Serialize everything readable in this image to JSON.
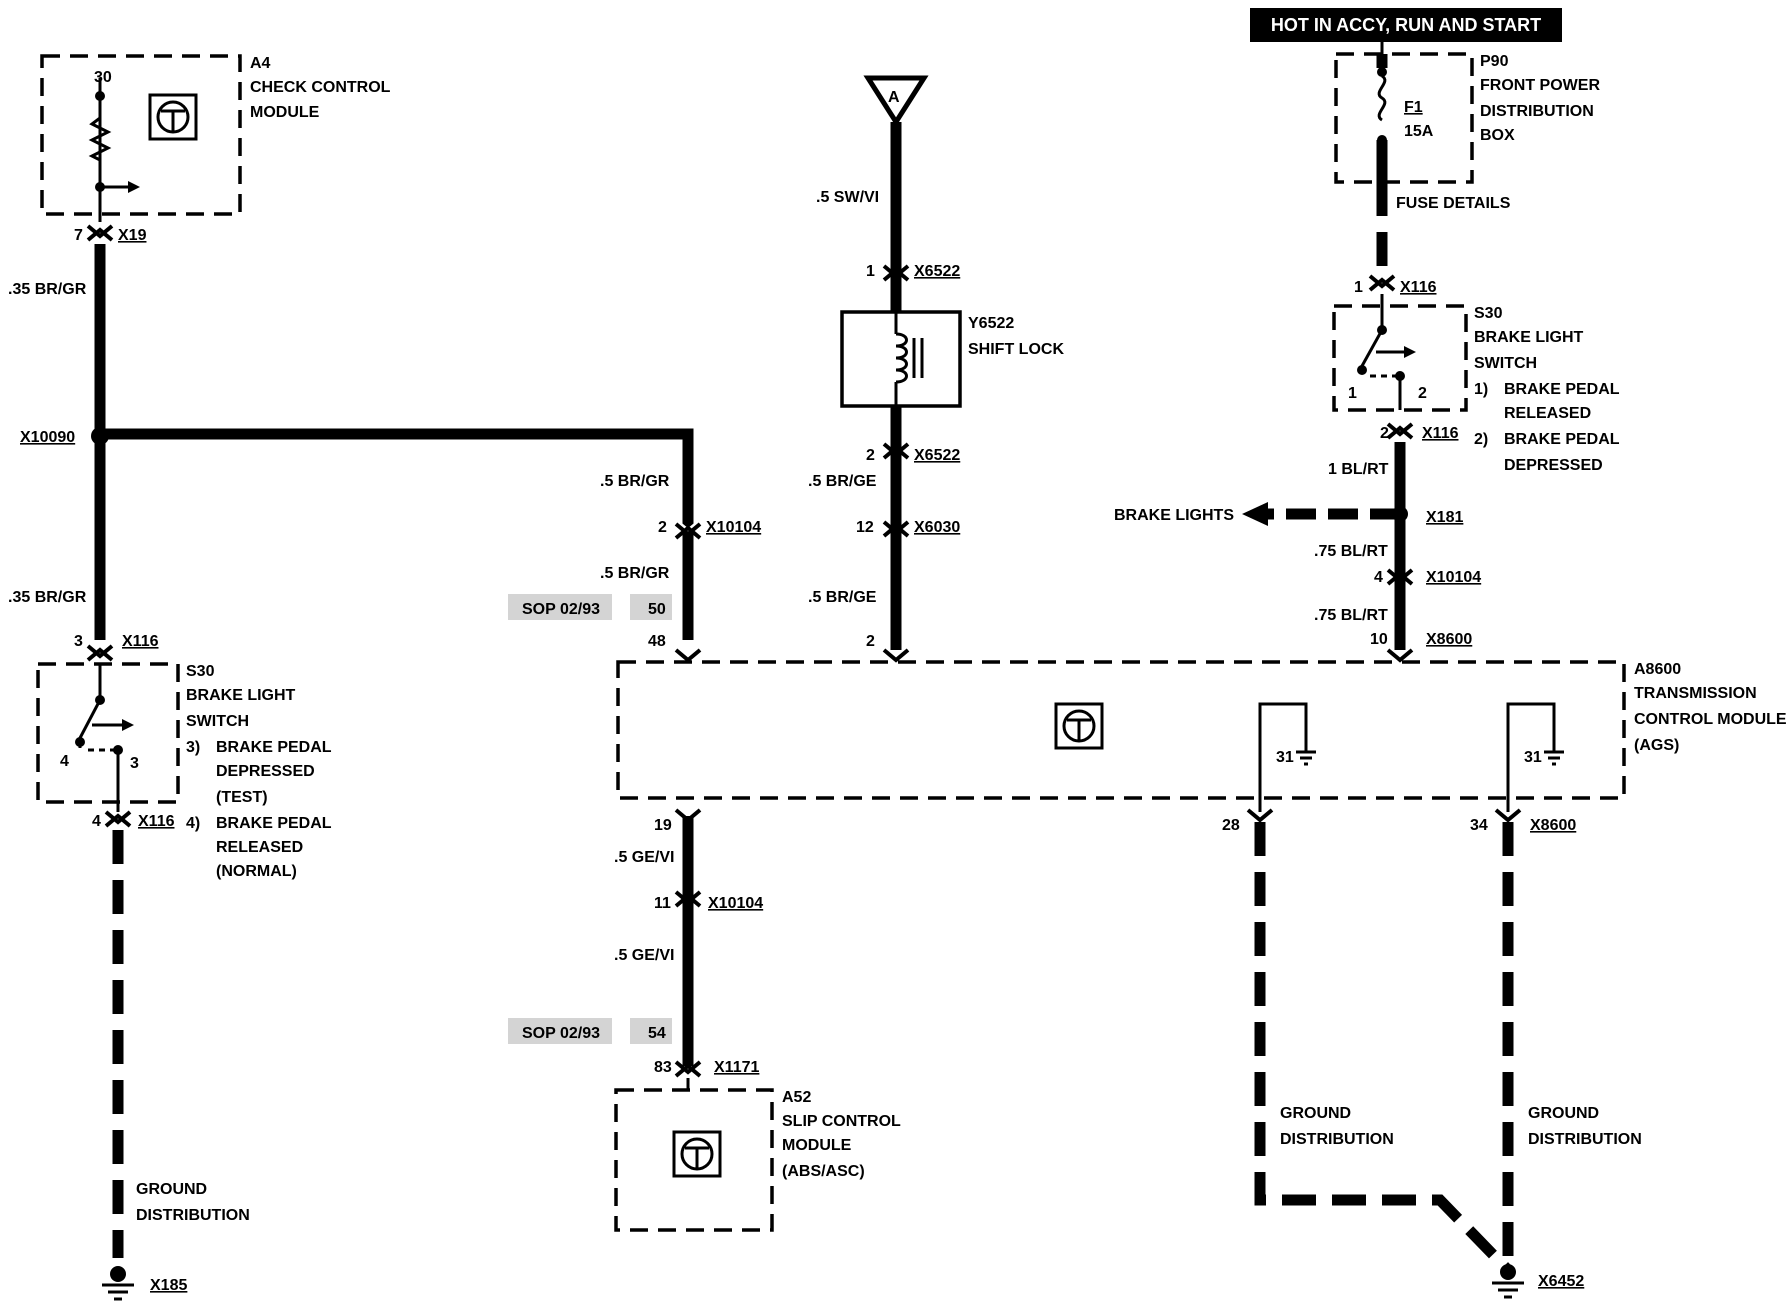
{
  "banner": "HOT IN ACCY, RUN AND START",
  "connector_a": "A",
  "components": {
    "a4": {
      "id": "A4",
      "line1": "CHECK CONTROL",
      "line2": "MODULE",
      "pin": "30"
    },
    "p90": {
      "id": "P90",
      "line1": "FRONT POWER",
      "line2": "DISTRIBUTION",
      "line3": "BOX",
      "fuse_id": "F1",
      "fuse_rating": "15A",
      "fuse_details": "FUSE DETAILS"
    },
    "y6522": {
      "id": "Y6522",
      "label": "SHIFT LOCK"
    },
    "s30_right": {
      "id": "S30",
      "line1": "BRAKE LIGHT",
      "line2": "SWITCH",
      "state1_num": "1)",
      "state1_a": "BRAKE PEDAL",
      "state1_b": "RELEASED",
      "state2_num": "2)",
      "state2_a": "BRAKE PEDAL",
      "state2_b": "DEPRESSED",
      "term1": "1",
      "term2": "2"
    },
    "s30_left": {
      "id": "S30",
      "line1": "BRAKE LIGHT",
      "line2": "SWITCH",
      "state3_num": "3)",
      "state3_a": "BRAKE PEDAL",
      "state3_b": "DEPRESSED",
      "state3_c": "(TEST)",
      "state4_num": "4)",
      "state4_a": "BRAKE PEDAL",
      "state4_b": "RELEASED",
      "state4_c": "(NORMAL)",
      "term4": "4",
      "term3": "3"
    },
    "a8600": {
      "id": "A8600",
      "line1": "TRANSMISSION",
      "line2": "CONTROL MODULE",
      "line3": "(AGS)",
      "ground_pin": "31"
    },
    "a52": {
      "id": "A52",
      "line1": "SLIP CONTROL",
      "line2": "MODULE",
      "line3": "(ABS/ASC)"
    }
  },
  "connectors": {
    "x19": "X19",
    "x10090": "X10090",
    "x116": "X116",
    "x6522": "X6522",
    "x6030": "X6030",
    "x10104": "X10104",
    "x181": "X181",
    "x8600": "X8600",
    "x1171": "X1171",
    "x185": "X185",
    "x6452": "X6452"
  },
  "pins": {
    "a4_x19": "7",
    "left_x116_top": "3",
    "left_x116_bottom": "4",
    "mid_x10104": "2",
    "sop_pin_1": "50",
    "a8600_48": "48",
    "x6522_1": "1",
    "x6522_2": "2",
    "x6030": "12",
    "a8600_2": "2",
    "right_x116_1": "1",
    "right_x116_2": "2",
    "right_x10104": "4",
    "right_x8600": "10",
    "a8600_19": "19",
    "x10104_11": "11",
    "sop_pin_2": "54",
    "x1171_83": "83",
    "a8600_28": "28",
    "a8600_34": "34"
  },
  "wires": {
    "w1": ".35 BR/GR",
    "w2": ".35 BR/GR",
    "w3": ".5 BR/GR",
    "w4": ".5 BR/GR",
    "w5": ".5 SW/VI",
    "w6": ".5 BR/GE",
    "w7": ".5 BR/GE",
    "w8": "1 BL/RT",
    "w9": ".75 BL/RT",
    "w10": ".75 BL/RT",
    "w11": ".5 GE/VI",
    "w12": ".5 GE/VI"
  },
  "sop": "SOP 02/93",
  "brake_lights": "BRAKE LIGHTS",
  "ground_distribution_a": "GROUND",
  "ground_distribution_b": "DISTRIBUTION"
}
